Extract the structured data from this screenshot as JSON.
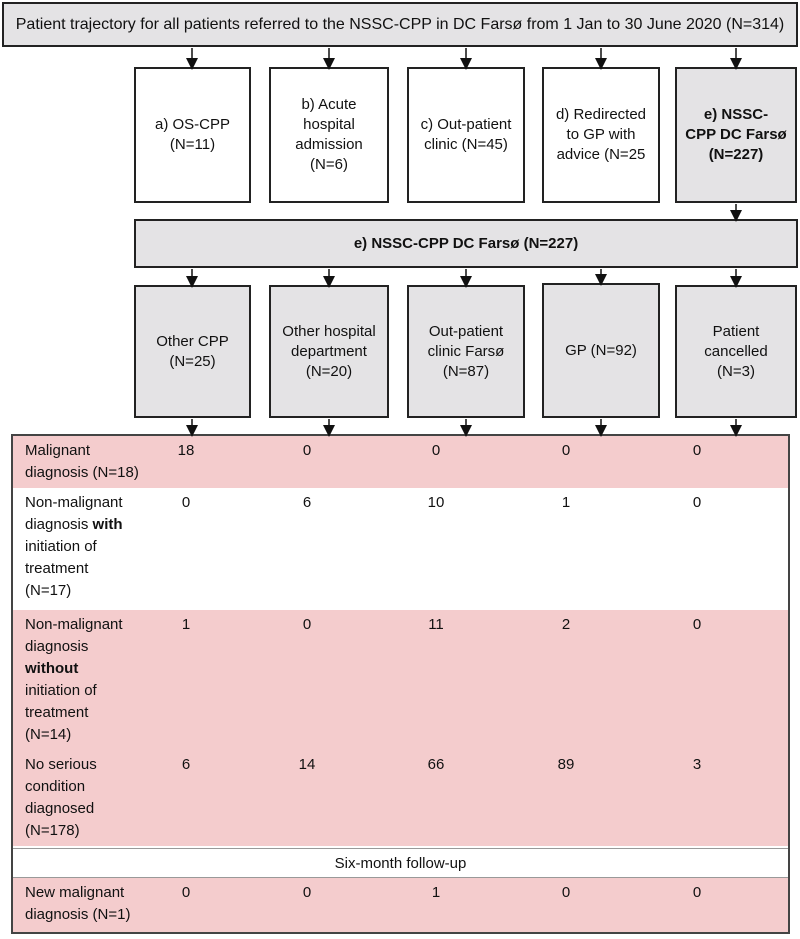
{
  "title": "Patient trajectory for all patients referred to the NSSC-CPP in DC Farsø from 1 Jan to 30 June 2020 (N=314)",
  "first_level": [
    {
      "label": "a) OS-CPP\n(N=11)"
    },
    {
      "label": "b) Acute\nhospital\nadmission\n(N=6)"
    },
    {
      "label": "c) Out-patient\nclinic (N=45)"
    },
    {
      "label": "d) Redirected\nto GP with\nadvice (N=25"
    },
    {
      "label": "e) NSSC-\nCPP DC Farsø\n(N=227)"
    }
  ],
  "middle_bar": "e) NSSC-CPP DC Farsø (N=227)",
  "second_level": [
    {
      "label": "Other CPP\n(N=25)"
    },
    {
      "label": "Other hospital\ndepartment\n(N=20)"
    },
    {
      "label": "Out-patient\nclinic Farsø\n(N=87)"
    },
    {
      "label": "GP (N=92)"
    },
    {
      "label": "Patient\ncancelled\n(N=3)"
    }
  ],
  "table": {
    "rows": [
      {
        "label_parts": [
          {
            "t": "Malignant\ndiagnosis (N=18)",
            "b": false
          }
        ],
        "values": [
          "18",
          "0",
          "0",
          "0",
          "0"
        ],
        "color": "#f4cccd"
      },
      {
        "label_parts": [
          {
            "t": "Non-malignant\ndiagnosis ",
            "b": false
          },
          {
            "t": "with",
            "b": true
          },
          {
            "t": "\ninitiation of\ntreatment\n(N=17)",
            "b": false
          }
        ],
        "values": [
          "0",
          "6",
          "10",
          "1",
          "0"
        ],
        "color": "#ffffff"
      },
      {
        "label_parts": [
          {
            "t": "Non-malignant\ndiagnosis\n",
            "b": false
          },
          {
            "t": "without",
            "b": true
          },
          {
            "t": "\ninitiation of\ntreatment\n(N=14)",
            "b": false
          }
        ],
        "values": [
          "1",
          "0",
          "11",
          "2",
          "0"
        ],
        "color": "#f4cccd"
      },
      {
        "label_parts": [
          {
            "t": "No serious\ncondition\ndiagnosed\n(N=178)",
            "b": false
          }
        ],
        "values": [
          "6",
          "14",
          "66",
          "89",
          "3"
        ],
        "color": "#f4cccd"
      }
    ],
    "followup_label": "Six-month follow-up",
    "followup_row": {
      "label_parts": [
        {
          "t": "New malignant\ndiagnosis (N=1)",
          "b": false
        }
      ],
      "values": [
        "0",
        "0",
        "1",
        "0",
        "0"
      ],
      "color": "#f4cccd"
    }
  },
  "colors": {
    "box_grey": "#e4e3e5",
    "row_pink": "#f4cccd",
    "border": "#222222"
  }
}
